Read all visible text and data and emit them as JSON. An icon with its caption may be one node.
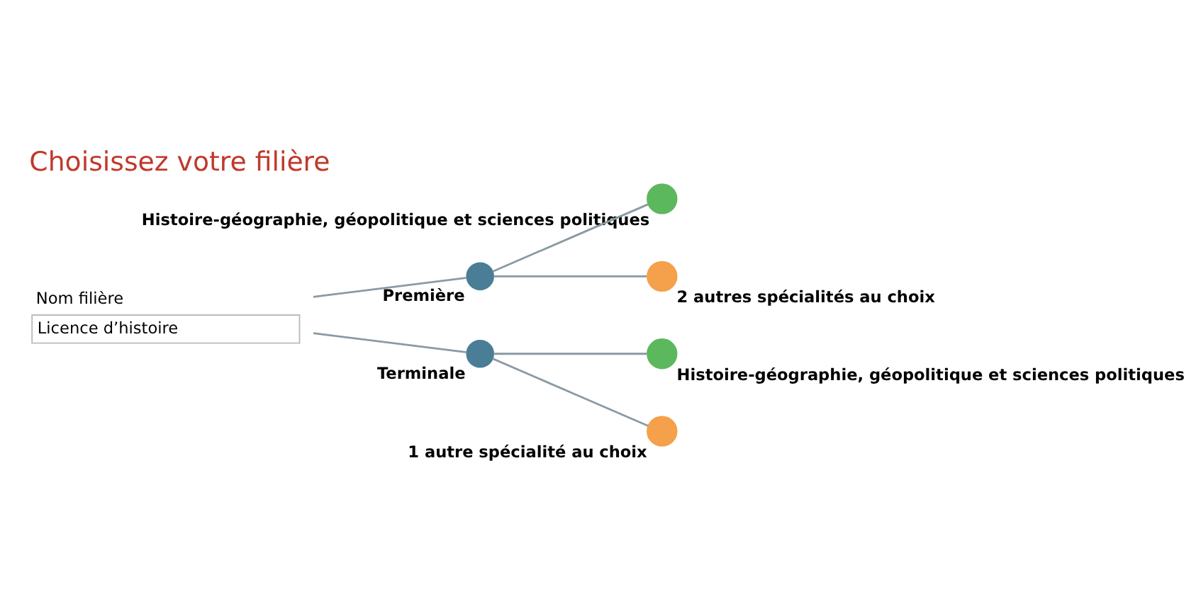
{
  "diagram": {
    "title": "Choisissez votre filière",
    "nodes": [
      {
        "text": [
          "Nom filière",
          "Licence d’histoire"
        ]
      },
      {
        "text": [
          "Première"
        ]
      },
      {
        "text": [
          "Histoire-géographie, géopolitique et sciences politiques"
        ]
      },
      {
        "text": [
          "2 autres spécialités au choix"
        ]
      },
      {
        "text": [
          "Terminale"
        ]
      },
      {
        "text": [
          "Histoire-géographie, géopolitique et sciences politiques"
        ]
      },
      {
        "text": [
          "1 autre spécialité au choix"
        ]
      }
    ],
    "edges": [
      {
        "from": 0,
        "to": 1,
        "arrow": "none"
      },
      {
        "from": 0,
        "to": 4,
        "arrow": "none"
      },
      {
        "from": 1,
        "to": 2,
        "arrow": "none"
      },
      {
        "from": 1,
        "to": 3,
        "arrow": "none"
      },
      {
        "from": 4,
        "to": 5,
        "arrow": "none"
      },
      {
        "from": 4,
        "to": 6,
        "arrow": "none"
      }
    ]
  }
}
